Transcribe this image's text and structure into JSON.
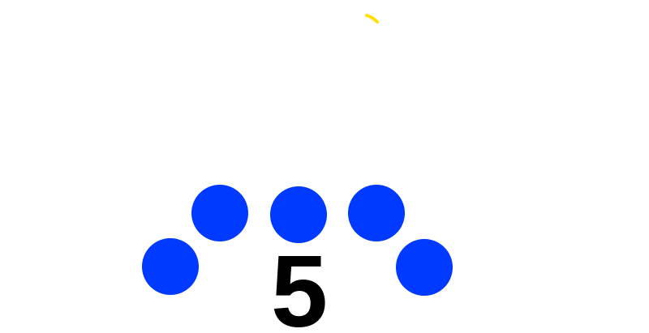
{
  "diagram": {
    "type": "parliament",
    "total_seats": "5",
    "seat_count": 5,
    "seat_color": "#0039FF",
    "accent_color": "#FFE000",
    "text_color": "#000000"
  }
}
